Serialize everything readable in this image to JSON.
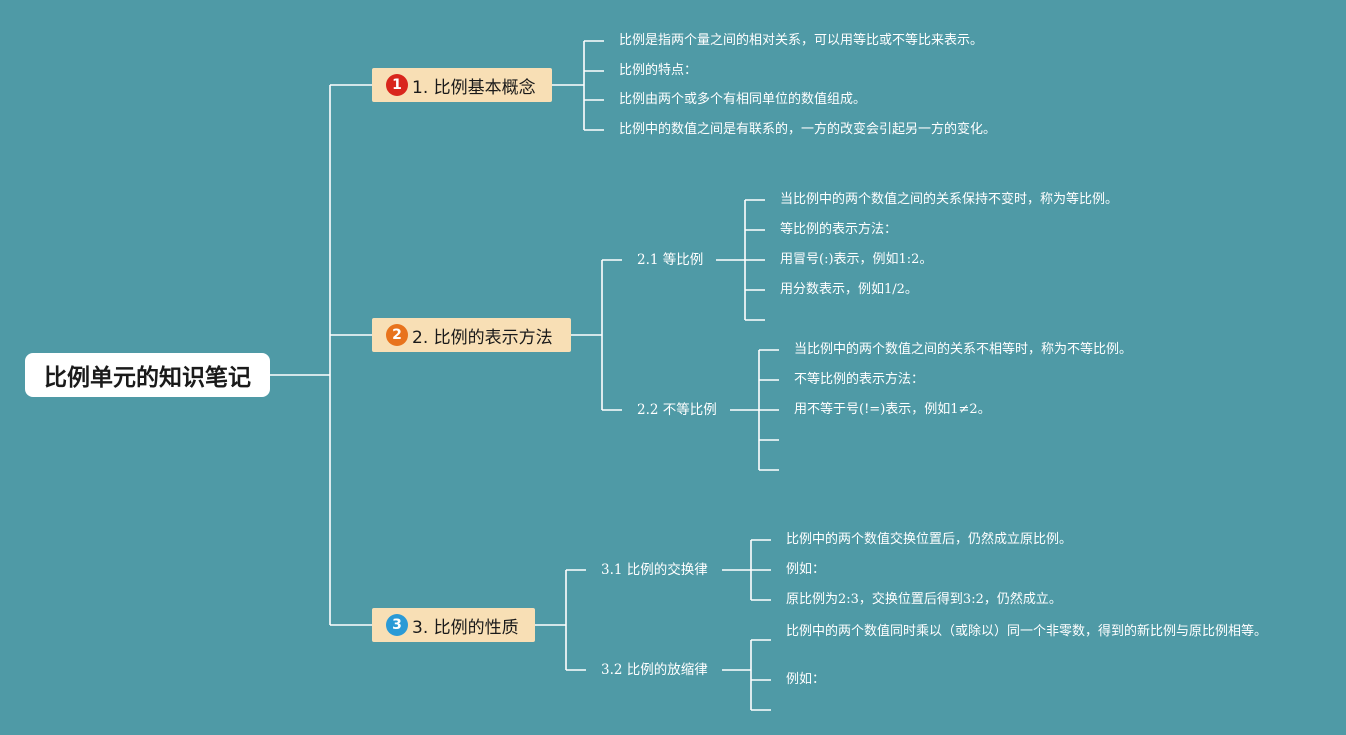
{
  "root": {
    "title": "比例单元的知识笔记"
  },
  "sections": [
    {
      "badge": "1",
      "badge_color": "#d9261c",
      "title": "1. 比例基本概念",
      "items": [
        "比例是指两个量之间的相对关系，可以用等比或不等比来表示。",
        "比例的特点：",
        "比例由两个或多个有相同单位的数值组成。",
        "比例中的数值之间是有联系的，一方的改变会引起另一方的变化。"
      ]
    },
    {
      "badge": "2",
      "badge_color": "#e8731c",
      "title": "2. 比例的表示方法",
      "subsections": [
        {
          "title": "2.1 等比例",
          "items": [
            "当比例中的两个数值之间的关系保持不变时，称为等比例。",
            "等比例的表示方法：",
            "用冒号(:)表示，例如1:2。",
            "用分数表示，例如1/2。",
            ""
          ]
        },
        {
          "title": "2.2 不等比例",
          "items": [
            "当比例中的两个数值之间的关系不相等时，称为不等比例。",
            "不等比例的表示方法：",
            "用不等于号(!=)表示，例如1≠2。",
            "",
            ""
          ]
        }
      ]
    },
    {
      "badge": "3",
      "badge_color": "#2a9ad6",
      "title": "3. 比例的性质",
      "subsections": [
        {
          "title": "3.1 比例的交换律",
          "items": [
            "比例中的两个数值交换位置后，仍然成立原比例。",
            "例如：",
            "原比例为2:3，交换位置后得到3:2，仍然成立。"
          ]
        },
        {
          "title": "3.2 比例的放缩律",
          "items": [
            "比例中的两个数值同时乘以（或除以）同一个非零数，得到的新比例与原比例相等。",
            "例如：",
            ""
          ]
        }
      ]
    }
  ]
}
